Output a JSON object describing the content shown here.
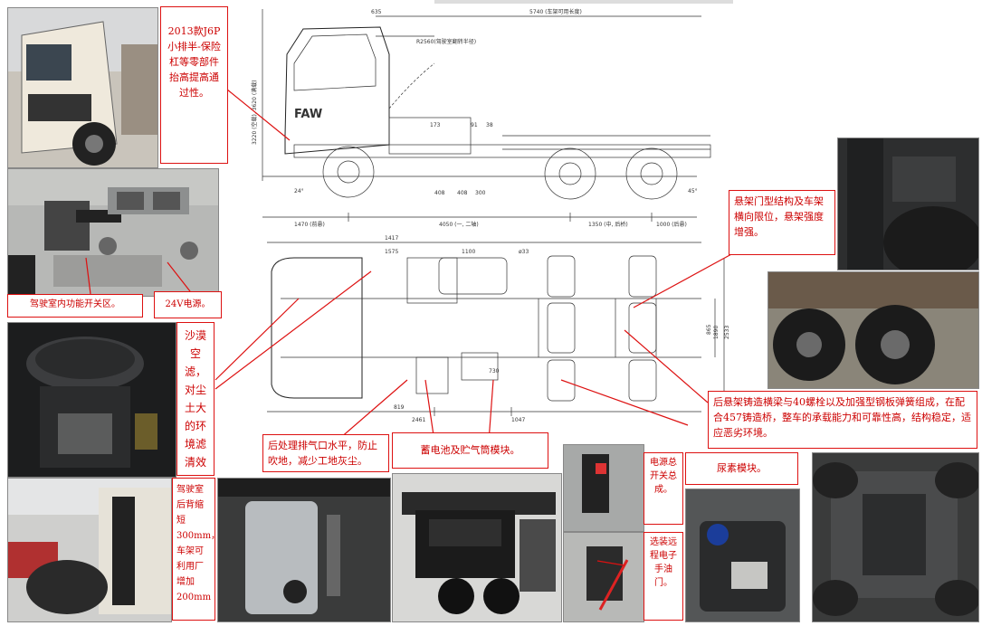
{
  "callouts": {
    "bumper": "2013款J6P小排半-保险杠等零部件抬高提高通过性。",
    "cab_switch": "驾驶室内功能开关区。",
    "power_24v": "24V电源。",
    "air_filter": "沙漠空滤，对尘土大的环境滤清效果强",
    "cab_rear": "驾驶室后背缩短300mm，车架可利用厂增加200mm",
    "exhaust": "后处理排气口水平，防止吹地，减少工地灰尘。",
    "battery_tank": "蓄电池及贮气筒模块。",
    "main_switch": "电源总开关总成。",
    "remote_throttle": "选装远程电子手油门。",
    "urea": "尿素模块。",
    "suspension_top": "悬架门型结构及车架横向限位，悬架强度增强。",
    "rear_suspension": "后悬架铸造横梁与40螺栓以及加强型钢板弹簧组成，在配合457铸造桥，整车的承载能力和可靠性高，结构稳定，适应恶劣环境。"
  },
  "drawing": {
    "side": {
      "dim_635": "635",
      "dim_5740": "5740 (车架可用长度)",
      "dim_r2560": "R2560(驾驶室翻转半径)",
      "dim_3220": "3220 (空载), 3620 (满载)",
      "dim_1470": "1470 (前悬)",
      "dim_4050": "4050 (一, 二轴)",
      "dim_1350": "1350 (中, 后桥)",
      "dim_1000": "1000 (后悬)",
      "dim_173": "173",
      "dim_91": "91",
      "dim_38": "38",
      "dim_408a": "408",
      "dim_408b": "408",
      "dim_300": "300",
      "dim_24deg": "24°",
      "dim_45deg": "45°",
      "brand": "FAW"
    },
    "plan": {
      "dim_1417": "1417",
      "dim_1575": "1575",
      "dim_1100": "1100",
      "dim_33": "ø33",
      "dim_865": "865",
      "dim_1890": "1890",
      "dim_2533": "2533",
      "dim_819": "819",
      "dim_2461": "2461",
      "dim_1047": "1047",
      "dim_730": "730"
    }
  },
  "colors": {
    "callout_border": "#dd1111",
    "callout_text": "#cc0000",
    "leader": "#dd1111"
  }
}
